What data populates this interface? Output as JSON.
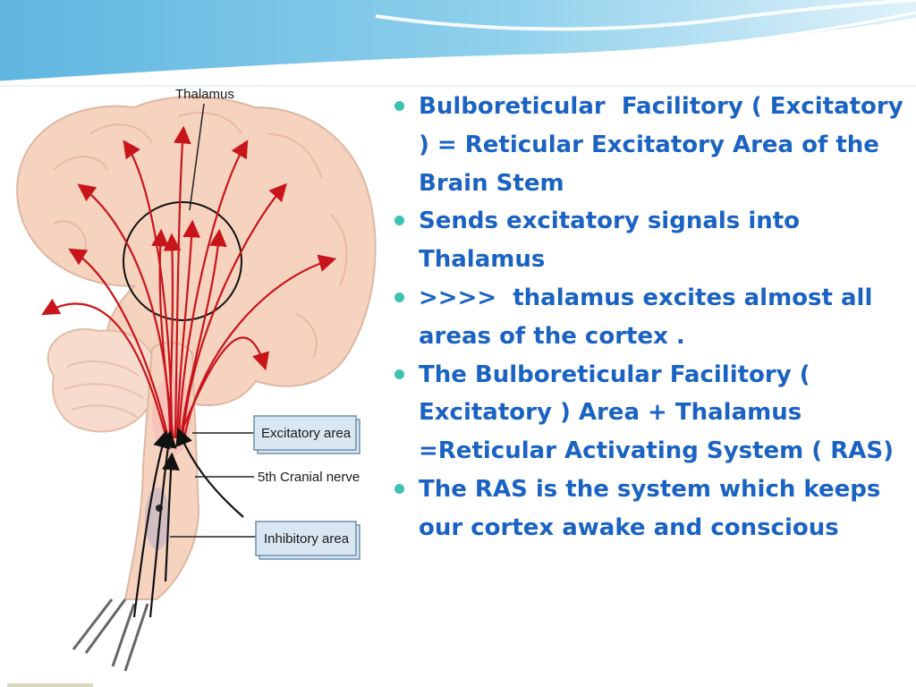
{
  "labels": {
    "thalamus": "Thalamus",
    "excitatory_area": "Excitatory area",
    "cranial_nerve": "5th Cranial nerve",
    "inhibitory_area": "Inhibitory area"
  },
  "bullets": [
    "Bulboreticular  Facilitory ( Excitatory ) = Reticular Excitatory Area of the Brain Stem",
    "Sends excitatory signals into Thalamus",
    ">>>>  thalamus excites almost all areas of the cortex .",
    "The Bulboreticular Facilitory ( Excitatory ) Area + Thalamus =Reticular Activating System ( RAS)",
    "The RAS is the system which keeps our cortex awake and conscious"
  ],
  "colors": {
    "bullet_text": "#1b63c2",
    "bullet_dot": "#3cc2b2",
    "arrow": "#c8151b",
    "brain_fill": "#f6d3bf",
    "banner": "#79c3e6"
  }
}
